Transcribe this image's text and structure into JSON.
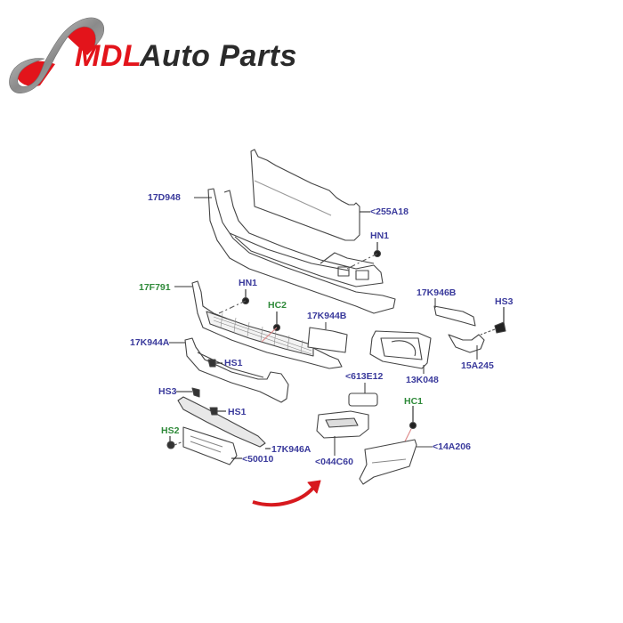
{
  "logo": {
    "brand_accent": "MDL",
    "brand_rest": "Auto Parts",
    "accent_color": "#e3141b",
    "text_color": "#2a2a2a"
  },
  "diagram": {
    "label_color_blue": "#3a3a9c",
    "label_color_green": "#2f8a3a",
    "arrow_color": "#d7191e",
    "callouts": [
      {
        "id": "17D948",
        "text": "17D948",
        "color": "blue"
      },
      {
        "id": "255A18",
        "text": "<255A18",
        "color": "blue"
      },
      {
        "id": "HN1-a",
        "text": "HN1",
        "color": "blue"
      },
      {
        "id": "17F791",
        "text": "17F791",
        "color": "green"
      },
      {
        "id": "HN1-b",
        "text": "HN1",
        "color": "blue"
      },
      {
        "id": "HC2",
        "text": "HC2",
        "color": "green"
      },
      {
        "id": "17K944B",
        "text": "17K944B",
        "color": "blue"
      },
      {
        "id": "17K946B",
        "text": "17K946B",
        "color": "blue"
      },
      {
        "id": "HS3-a",
        "text": "HS3",
        "color": "blue"
      },
      {
        "id": "17K944A",
        "text": "17K944A",
        "color": "blue"
      },
      {
        "id": "HS1-a",
        "text": "HS1",
        "color": "blue"
      },
      {
        "id": "15A245",
        "text": "15A245",
        "color": "blue"
      },
      {
        "id": "13K048",
        "text": "13K048",
        "color": "blue"
      },
      {
        "id": "613E12",
        "text": "<613E12",
        "color": "blue"
      },
      {
        "id": "HS3-b",
        "text": "HS3",
        "color": "blue"
      },
      {
        "id": "HS1-b",
        "text": "HS1",
        "color": "blue"
      },
      {
        "id": "HC1",
        "text": "HC1",
        "color": "green"
      },
      {
        "id": "HS2",
        "text": "HS2",
        "color": "green"
      },
      {
        "id": "17K946A",
        "text": "17K946A",
        "color": "blue"
      },
      {
        "id": "14A206",
        "text": "<14A206",
        "color": "blue"
      },
      {
        "id": "50010",
        "text": "<50010",
        "color": "blue"
      },
      {
        "id": "044C60",
        "text": "<044C60",
        "color": "blue"
      }
    ]
  }
}
